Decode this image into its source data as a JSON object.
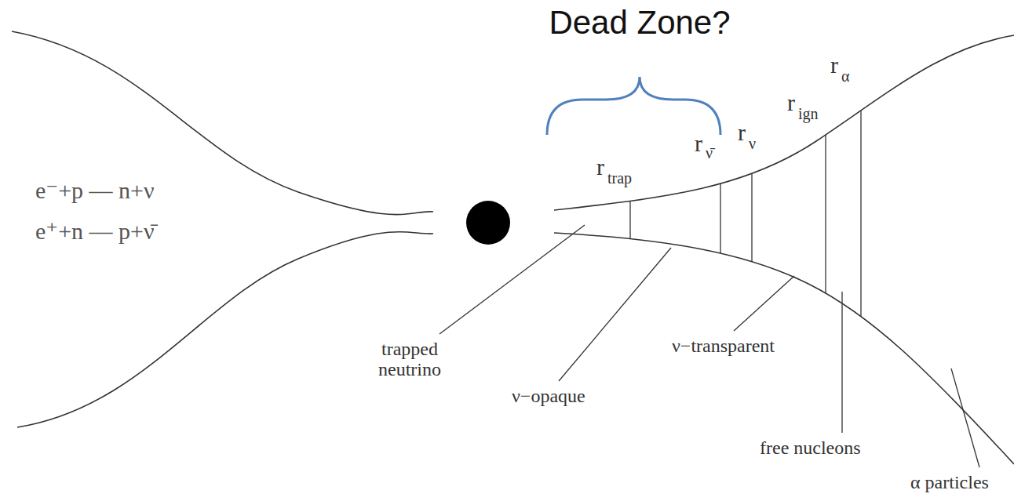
{
  "diagram": {
    "labels": [
      "Dead Zone?",
      "e⁻+p — n+ν",
      "e⁺+n — p+ν̄",
      "r",
      "trap",
      "r",
      "ν̄",
      "r",
      "ν",
      "r",
      "ign",
      "r",
      "α",
      "trapped neutrino",
      "ν−opaque",
      "ν−transparent",
      "free nucleons",
      "α particles"
    ]
  }
}
